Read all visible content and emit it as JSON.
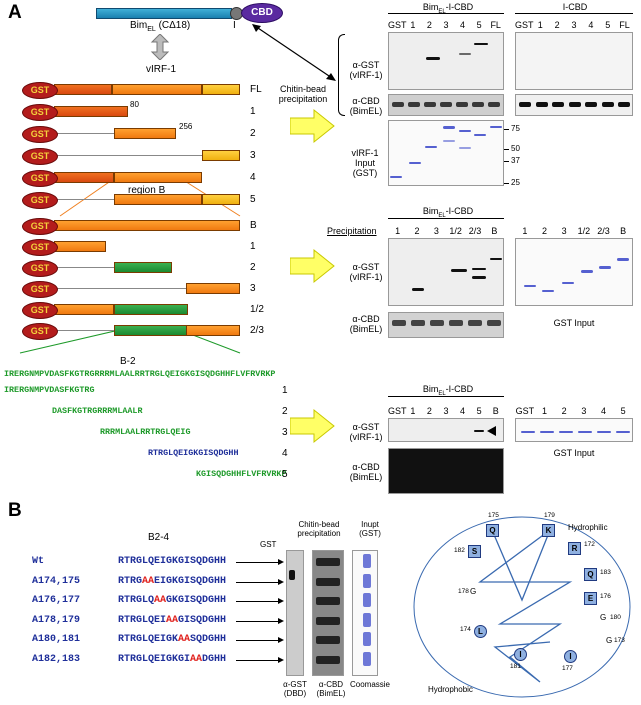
{
  "panel_a": {
    "letter": "A",
    "bim_label": "Bim",
    "bim_sub": "EL",
    "bim_suffix": " (CΔ18)",
    "linker_label": "I",
    "cbd_label": "CBD",
    "virf_label": "vIRF-1",
    "chitin_label_1": "Chitin-bead",
    "chitin_label_2": "precipitation",
    "gst_label": "GST",
    "fl_constructs": [
      "FL",
      "1",
      "2",
      "3",
      "4",
      "5"
    ],
    "num_80": "80",
    "num_256": "256",
    "region_b": "region B",
    "b_constructs": [
      "B",
      "1",
      "2",
      "3",
      "1/2",
      "2/3"
    ],
    "b2_title": "B-2",
    "seq_full": "IRERGNMPVDASFKGTRGRRRMLAALRRTRGLQEIGKGISQDGHHFLVFRVRKP",
    "peptides": [
      {
        "seq": "IRERGNMPVDASFKGTRG",
        "num": "1"
      },
      {
        "seq": "DASFKGTRGRRRMLAALR",
        "num": "2"
      },
      {
        "seq": "RRRMLAALRRTRGLQEIG",
        "num": "3"
      },
      {
        "seq": "RTRGLQEIGKGISQDGHH",
        "num": "4"
      },
      {
        "seq": "KGISQDGHHFLVFRVRKP",
        "num": "5"
      }
    ],
    "blot1": {
      "title_left": "BimEL-I-CBD",
      "title_right": "I-CBD",
      "lanes_left": [
        "GST",
        "1",
        "2",
        "3",
        "4",
        "5",
        "FL"
      ],
      "lanes_right": [
        "GST",
        "1",
        "2",
        "3",
        "4",
        "5",
        "FL"
      ],
      "row1_label": [
        "α-GST",
        "(vIRF-1)"
      ],
      "row2_label": [
        "α-CBD",
        "(BimEL)"
      ],
      "input_label": [
        "vIRF-1",
        "Input",
        "(GST)"
      ],
      "markers": [
        "75",
        "50",
        "37",
        "25"
      ]
    },
    "blot2": {
      "title": "BimEL-I-CBD",
      "precip": "Precipitation",
      "lanes": [
        "1",
        "2",
        "3",
        "1/2",
        "2/3",
        "B"
      ],
      "lanes_right": [
        "1",
        "2",
        "3",
        "1/2",
        "2/3",
        "B"
      ],
      "row1_label": [
        "α-GST",
        "(vIRF-1)"
      ],
      "row2_label": [
        "α-CBD",
        "(BimEL)"
      ],
      "gst_input": "GST Input"
    },
    "blot3": {
      "title": "BimEL-I-CBD",
      "lanes": [
        "GST",
        "1",
        "2",
        "3",
        "4",
        "5",
        "B"
      ],
      "lanes_right": [
        "GST",
        "1",
        "2",
        "3",
        "4",
        "5"
      ],
      "row1_label": [
        "α-GST",
        "(vIRF-1)"
      ],
      "row2_label": [
        "α-CBD",
        "(BimEL)"
      ],
      "gst_input": "GST Input"
    }
  },
  "panel_b": {
    "letter": "B",
    "title": "B2-4",
    "gst": "GST",
    "rows": [
      {
        "name": "Wt",
        "pre": "RTRGLQEIGKGISQDGHH",
        "mut": "",
        "post": ""
      },
      {
        "name": "A174,175",
        "pre": "RTRG",
        "mut": "AA",
        "post": "EIGKGISQDGHH"
      },
      {
        "name": "A176,177",
        "pre": "RTRGLQ",
        "mut": "AA",
        "post": "GKGISQDGHH"
      },
      {
        "name": "A178,179",
        "pre": "RTRGLQEI",
        "mut": "AA",
        "post": "GISQDGHH"
      },
      {
        "name": "A180,181",
        "pre": "RTRGLQEIGK",
        "mut": "AA",
        "post": "SQDGHH"
      },
      {
        "name": "A182,183",
        "pre": "RTRGLQEIGKGI",
        "mut": "AA",
        "post": "DGHH"
      }
    ],
    "col_chitin": [
      "Chitin-bead",
      "precipitation"
    ],
    "col_input": [
      "Inupt",
      "(GST)"
    ],
    "foot_1": [
      "α-GST",
      "(DBD)"
    ],
    "foot_2": [
      "α-CBD",
      "(BimEL)"
    ],
    "foot_3": "Coomassie",
    "wheel": {
      "hydrophilic": "Hydrophilic",
      "hydrophobic": "Hydrophobic",
      "residues": [
        {
          "aa": "Q",
          "num": "175"
        },
        {
          "aa": "K",
          "num": "179"
        },
        {
          "aa": "R",
          "num": "172"
        },
        {
          "aa": "S",
          "num": "182"
        },
        {
          "aa": "Q",
          "num": "183"
        },
        {
          "aa": "E",
          "num": "176"
        },
        {
          "aa": "G",
          "num": "178"
        },
        {
          "aa": "G",
          "num": "180"
        },
        {
          "aa": "L",
          "num": "174"
        },
        {
          "aa": "I",
          "num": "181"
        },
        {
          "aa": "I",
          "num": "177"
        },
        {
          "aa": "G",
          "num": "173"
        }
      ]
    }
  },
  "colors": {
    "gst_red": "#b31c1c",
    "green_seq": "#1e9a2a",
    "blue_seq": "#1f2f9a",
    "mut_red": "#e0201c",
    "wheel_blue": "#8fb0e0",
    "arrow_yellow": "#ffff66"
  }
}
